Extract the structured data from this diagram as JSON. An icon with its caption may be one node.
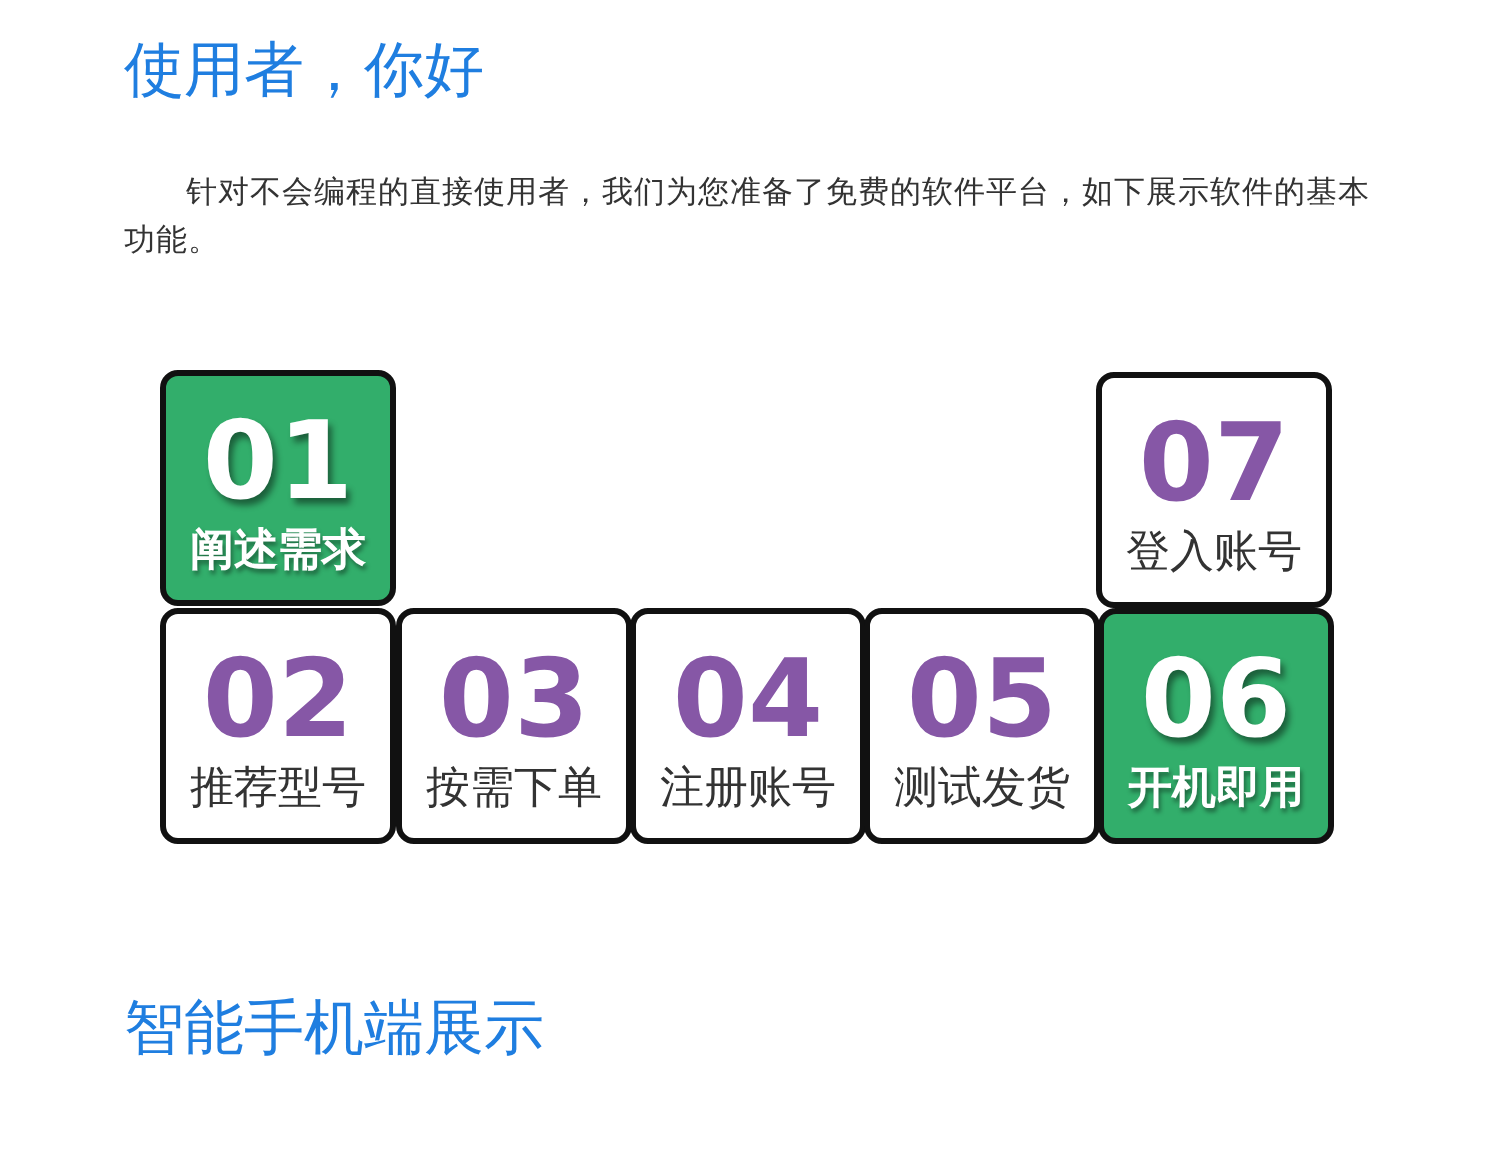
{
  "diagram": {
    "title": "使用者，你好",
    "nodes": [
      {
        "text": [
          "01",
          "阐述需求"
        ]
      },
      {
        "text": [
          "02",
          "推荐型号"
        ]
      },
      {
        "text": [
          "03",
          "按需下单"
        ]
      },
      {
        "text": [
          "04",
          "注册账号"
        ]
      },
      {
        "text": [
          "05",
          "测试发货"
        ]
      },
      {
        "text": [
          "06",
          "开机即用"
        ]
      },
      {
        "text": [
          "07",
          "登入账号"
        ]
      }
    ],
    "labels": [
      "针对不会编程的直接使用者，我们为您准备了免费的软件平台，如下展示软件的基本功能。",
      "智能手机端展示"
    ]
  }
}
